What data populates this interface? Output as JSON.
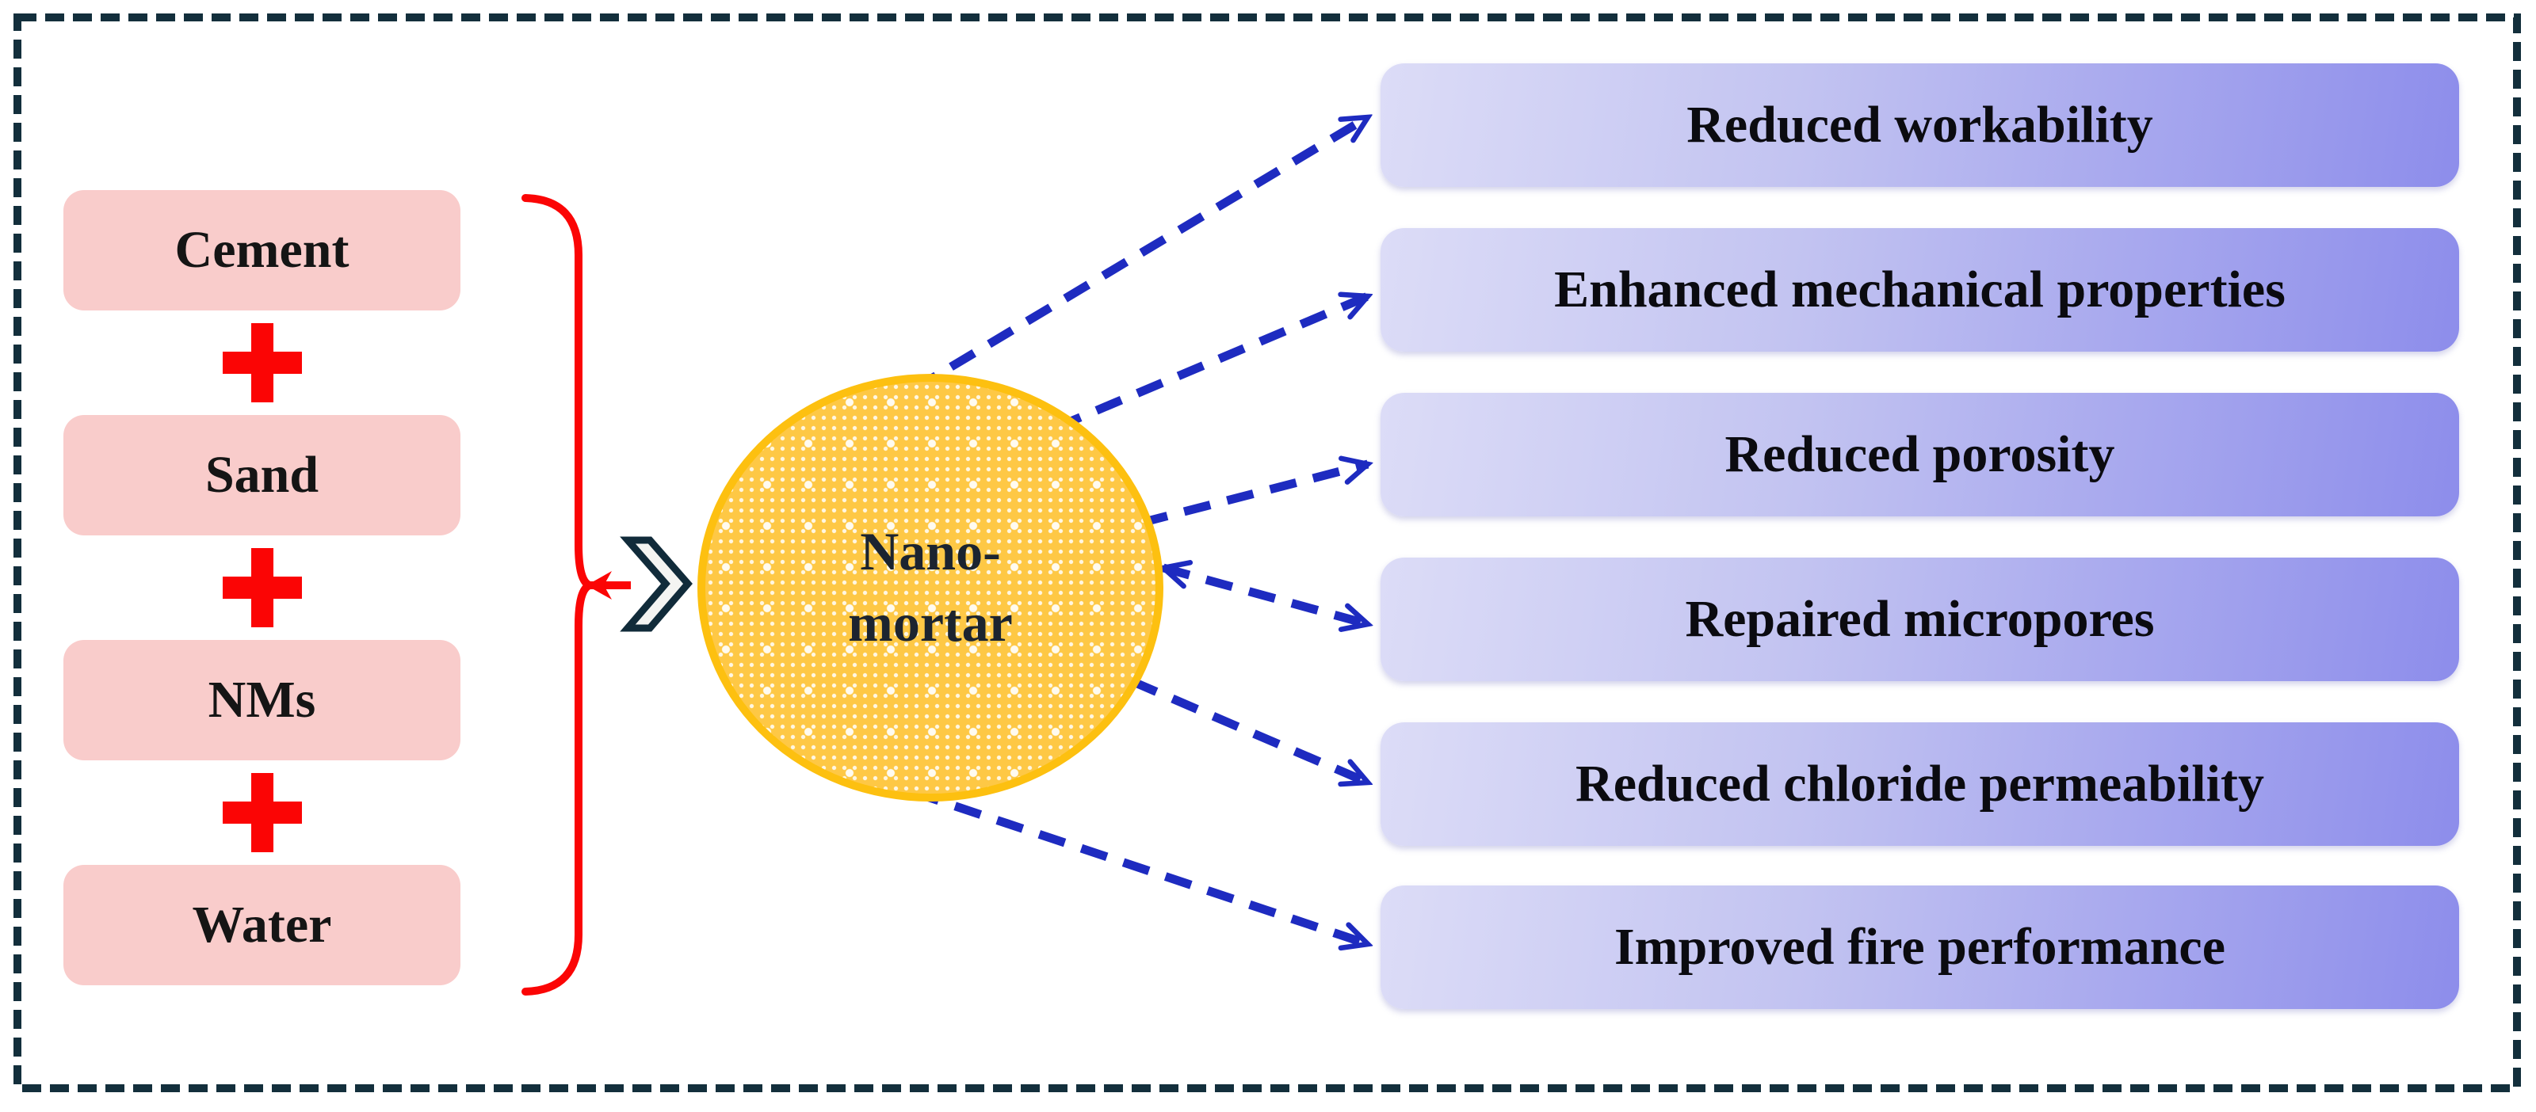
{
  "diagram": {
    "ingredients": [
      {
        "label": "Cement"
      },
      {
        "label": "Sand"
      },
      {
        "label": "NMs"
      },
      {
        "label": "Water"
      }
    ],
    "plus_symbol": "+",
    "nano_mortar": {
      "line1": "Nano-",
      "line2": "mortar"
    },
    "outcomes": [
      {
        "label": "Reduced workability"
      },
      {
        "label": "Enhanced mechanical properties"
      },
      {
        "label": "Reduced porosity"
      },
      {
        "label": "Repaired micropores"
      },
      {
        "label": "Reduced chloride permeability"
      },
      {
        "label": "Improved fire performance"
      }
    ],
    "icons": {
      "plus": "plus-icon",
      "double_chevron": "double-chevron-icon",
      "curly_brace": "curly-brace",
      "dashed_arrow": "dashed-arrow"
    },
    "colors": {
      "ingredient_box_pink": "#f9cccb",
      "plus_and_brace_red": "#fb0505",
      "circle_border_gold": "#fdc010",
      "circle_fill_gold": "#fec845",
      "arrow_blue": "#1e2bc0",
      "outcome_gradient_light": "#dcdcf7",
      "outcome_gradient_dark": "#8d8deb",
      "outer_border_slate": "#132f3c",
      "chevron_outline_navy": "#112b3a",
      "chevron_fill": "#f4f4f2"
    }
  }
}
